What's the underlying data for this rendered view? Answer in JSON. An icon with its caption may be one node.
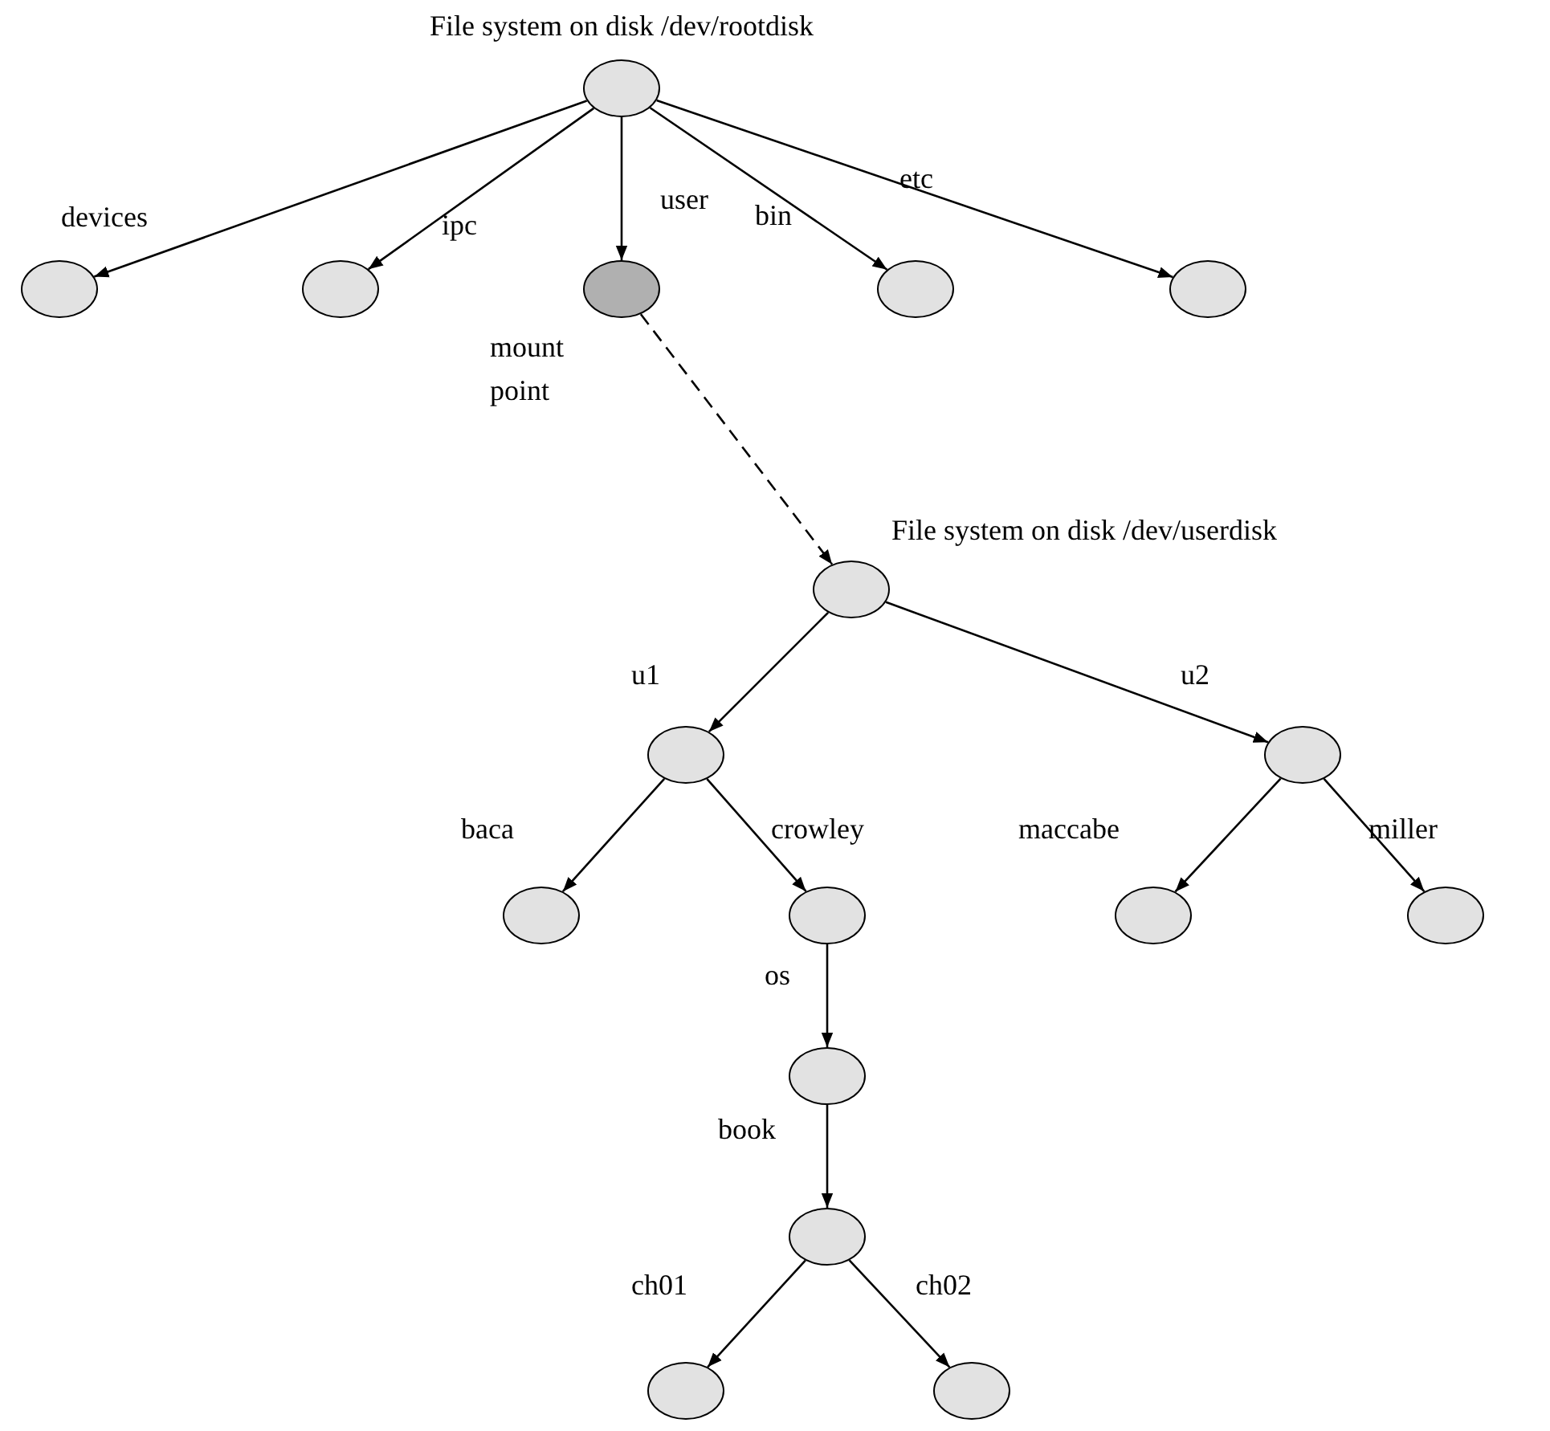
{
  "diagram": {
    "nodes": [
      {
        "text": [],
        "shape": "circle",
        "beside": [
          "File system on disk /dev/rootdisk"
        ]
      },
      {
        "text": [],
        "shape": "circle"
      },
      {
        "text": [],
        "shape": "circle"
      },
      {
        "text": [],
        "shape": "circle",
        "beside": [
          "mount point"
        ]
      },
      {
        "text": [],
        "shape": "circle"
      },
      {
        "text": [],
        "shape": "circle"
      },
      {
        "text": [],
        "shape": "circle",
        "beside": [
          "File system on disk /dev/userdisk"
        ]
      },
      {
        "text": [],
        "shape": "circle"
      },
      {
        "text": [],
        "shape": "circle"
      },
      {
        "text": [],
        "shape": "circle"
      },
      {
        "text": [],
        "shape": "circle"
      },
      {
        "text": [],
        "shape": "circle"
      },
      {
        "text": [],
        "shape": "circle"
      },
      {
        "text": [],
        "shape": "circle"
      },
      {
        "text": [],
        "shape": "circle"
      },
      {
        "text": [],
        "shape": "circle"
      },
      {
        "text": [],
        "shape": "circle"
      }
    ],
    "edges": [
      {
        "from": 0,
        "to": 1,
        "arrow": "to",
        "label": "devices"
      },
      {
        "from": 0,
        "to": 2,
        "arrow": "to",
        "label": "ipc"
      },
      {
        "from": 0,
        "to": 3,
        "arrow": "to",
        "label": "user"
      },
      {
        "from": 0,
        "to": 4,
        "arrow": "to",
        "label": "bin"
      },
      {
        "from": 0,
        "to": 5,
        "arrow": "to",
        "label": "etc"
      },
      {
        "from": 3,
        "to": 6,
        "arrow": "to",
        "style": "dashed"
      },
      {
        "from": 6,
        "to": 7,
        "arrow": "to",
        "label": "u1"
      },
      {
        "from": 6,
        "to": 8,
        "arrow": "to",
        "label": "u2"
      },
      {
        "from": 7,
        "to": 9,
        "arrow": "to",
        "label": "baca"
      },
      {
        "from": 7,
        "to": 10,
        "arrow": "to",
        "label": "crowley"
      },
      {
        "from": 8,
        "to": 11,
        "arrow": "to",
        "label": "maccabe"
      },
      {
        "from": 8,
        "to": 12,
        "arrow": "to",
        "label": "miller"
      },
      {
        "from": 10,
        "to": 13,
        "arrow": "to",
        "label": "os"
      },
      {
        "from": 13,
        "to": 14,
        "arrow": "to",
        "label": "book"
      },
      {
        "from": 14,
        "to": 15,
        "arrow": "to",
        "label": "ch01"
      },
      {
        "from": 14,
        "to": 16,
        "arrow": "to",
        "label": "ch02"
      }
    ]
  }
}
